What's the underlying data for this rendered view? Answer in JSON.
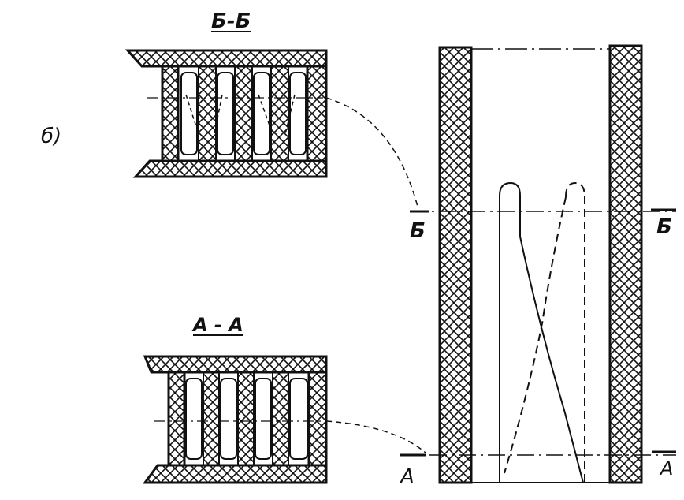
{
  "figure_label": "б)",
  "section_top_title": "Б-Б",
  "section_bottom_title": "А - А",
  "cut_top_left": "Б",
  "cut_top_right": "Б",
  "cut_bottom_left": "А",
  "cut_bottom_right": "А"
}
